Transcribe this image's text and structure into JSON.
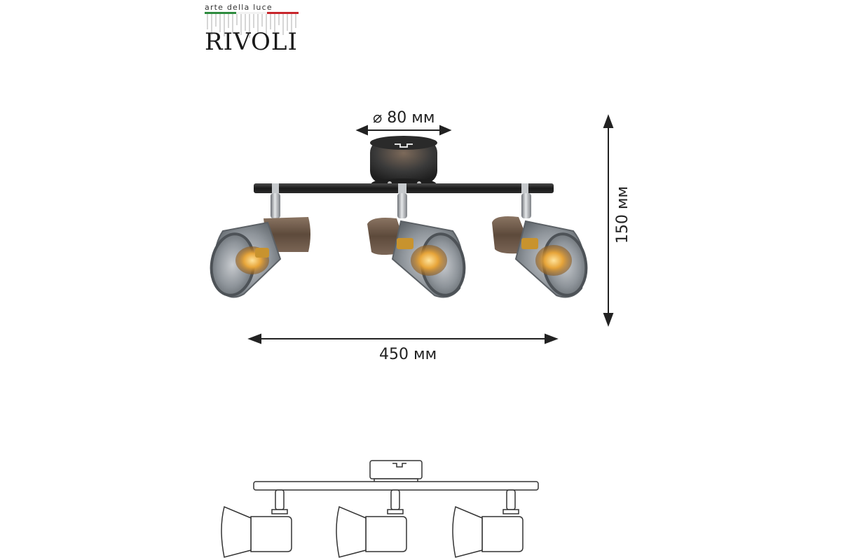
{
  "brand": {
    "tagline": "arte della luce",
    "name": "RIVOLI",
    "flag_colors": [
      "#2e8b3e",
      "#f2f2f2",
      "#c8262c"
    ]
  },
  "dimensions": {
    "diameter_label": "⌀ 80 мм",
    "width_label": "450 мм",
    "height_label": "150 мм"
  },
  "colors": {
    "rail": "#1e1e1e",
    "chrome": "#a9adb2",
    "wood": "#6e5a48",
    "glass": "#8f959b",
    "bulb_glow": "#f0b040",
    "line": "#222222"
  }
}
